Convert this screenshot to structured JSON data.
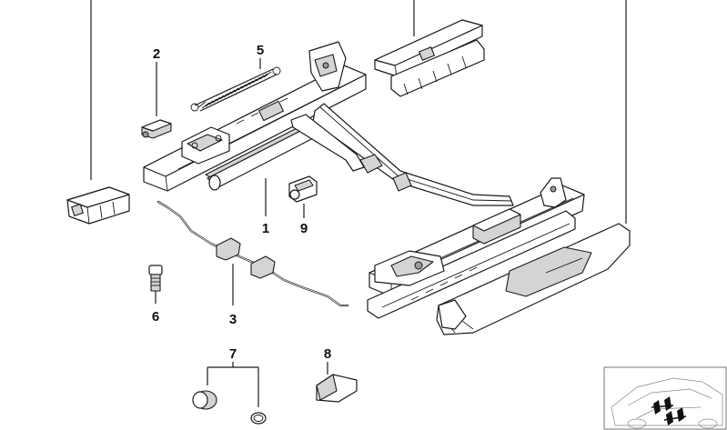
{
  "callouts": [
    {
      "id": "1",
      "label": "1"
    },
    {
      "id": "2",
      "label": "2"
    },
    {
      "id": "3",
      "label": "3"
    },
    {
      "id": "5",
      "label": "5"
    },
    {
      "id": "6",
      "label": "6"
    },
    {
      "id": "7",
      "label": "7"
    },
    {
      "id": "8",
      "label": "8"
    },
    {
      "id": "9",
      "label": "9"
    }
  ]
}
